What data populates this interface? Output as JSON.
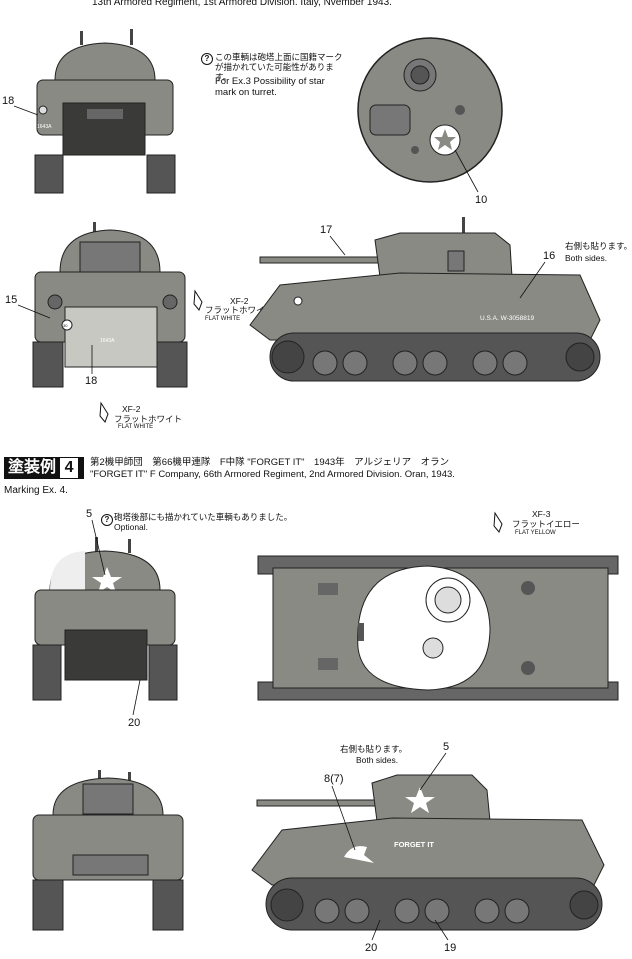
{
  "header_line": "13th Armored Regiment, 1st Armored Division. Italy, Nvember 1943.",
  "section3": {
    "note_jp": "この車輌は砲塔上面に国籍マークが描かれていた可能性があります。",
    "note_en": "For Ex.3 Possibility of star mark on turret.",
    "callouts": {
      "c18a": "18",
      "c10": "10",
      "c17": "17",
      "c16": "16",
      "c15": "15",
      "c18b": "18"
    },
    "both_sides_jp": "右側も貼ります。",
    "both_sides_en": "Both sides.",
    "rear_number": "1643A",
    "hull_serial": "U.S.A. W-3058819",
    "paint_side": {
      "code": "XF-2",
      "jp": "フラットホワイト",
      "en": "FLAT WHITE"
    },
    "paint_rear": {
      "code": "XF-2",
      "jp": "フラットホワイト",
      "en": "FLAT WHITE"
    },
    "small_mark": "30"
  },
  "section4": {
    "badge_label": "塗装例",
    "badge_number": "4",
    "title_jp": "第2機甲師団　第66機甲連隊　F中隊 \"FORGET IT\"　1943年　アルジェリア　オラン",
    "title_en": "\"FORGET IT\" F Company, 66th Armored Regiment, 2nd Armored Division. Oran, 1943.",
    "marking_label": "Marking Ex. 4.",
    "optional_jp": "砲塔後部にも描かれていた車輌もありました。",
    "optional_en": "Optional.",
    "paint": {
      "code": "XF-3",
      "jp": "フラットイエロー",
      "en": "FLAT YELLOW"
    },
    "callouts": {
      "c5a": "5",
      "c20a": "20",
      "c5b": "5",
      "c87": "8(7)",
      "c20b": "20",
      "c19": "19"
    },
    "both_sides_jp": "右側も貼ります。",
    "both_sides_en": "Both sides.",
    "tank_name": "FORGET IT"
  },
  "colors": {
    "olive": "#8a8a84",
    "dark": "#3a3a38",
    "white": "#ffffff",
    "ink": "#111111"
  }
}
